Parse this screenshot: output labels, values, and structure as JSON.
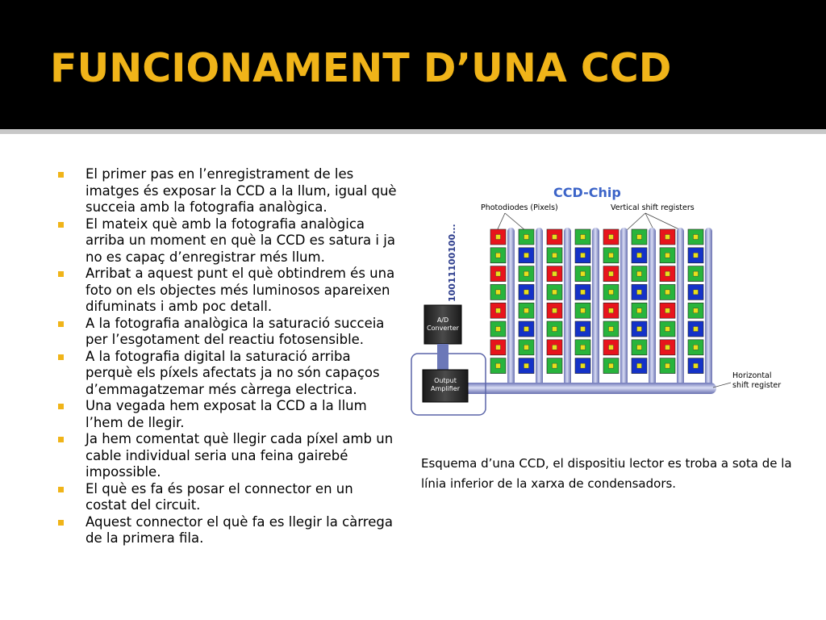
{
  "slide": {
    "title": "FUNCIONAMENT D’UNA CCD",
    "accent_color": "#f0b419",
    "bullets": [
      "El primer pas en l’enregistrament de les imatges és exposar la CCD a la llum, igual què succeia amb la fotografia analògica.",
      "El mateix què amb la fotografia analògica arriba un moment en què la CCD es satura i ja no es capaç d’enregistrar més llum.",
      "Arribat a aquest punt el què obtindrem és una foto on els objectes més luminosos apareixen difuminats  i amb poc detall.",
      "A la fotografia analògica la saturació succeia per l’esgotament del reactiu fotosensible.",
      "A la fotografia digital la saturació arriba perquè els píxels afectats ja no són capaços d’emmagatzemar més càrrega electrica.",
      "Una vegada hem exposat la CCD a la llum l’hem de llegir.",
      "Ja hem comentat què llegir cada píxel amb un cable individual seria una feina gairebé impossible.",
      "El què es fa és posar el connector en un costat del circuit.",
      "Aquest connector el què fa es llegir la càrrega de la primera fila."
    ],
    "caption": "Esquema d’una CCD, el dispositiu lector es troba a sota de la línia inferior de la xarxa de condensadors."
  },
  "diagram": {
    "chip_title": "CCD-Chip",
    "photodiodes_label": "Photodiodes (Pixels)",
    "vertical_label": "Vertical shift registers",
    "horizontal_label_1": "Horizontal",
    "horizontal_label_2": "shift register",
    "binary_label": "10011100100...",
    "ad_label_1": "A/D",
    "ad_label_2": "Converter",
    "amp_label_1": "Output",
    "amp_label_2": "Amplifier",
    "colors": {
      "red": "#e8141c",
      "green": "#28b43c",
      "blue": "#1432c8",
      "pixel_center": "#e8e01c",
      "register": "#a8aed8",
      "chip_title": "#3c64c8"
    },
    "pixel_rows": [
      [
        "red",
        "green",
        "red",
        "green",
        "red",
        "green",
        "red",
        "green"
      ],
      [
        "green",
        "blue",
        "green",
        "blue",
        "green",
        "blue",
        "green",
        "blue"
      ],
      [
        "red",
        "green",
        "red",
        "green",
        "red",
        "green",
        "red",
        "green"
      ],
      [
        "green",
        "blue",
        "green",
        "blue",
        "green",
        "blue",
        "green",
        "blue"
      ],
      [
        "red",
        "green",
        "red",
        "green",
        "red",
        "green",
        "red",
        "green"
      ],
      [
        "green",
        "blue",
        "green",
        "blue",
        "green",
        "blue",
        "green",
        "blue"
      ],
      [
        "red",
        "green",
        "red",
        "green",
        "red",
        "green",
        "red",
        "green"
      ],
      [
        "green",
        "blue",
        "green",
        "blue",
        "green",
        "blue",
        "green",
        "blue"
      ]
    ]
  }
}
